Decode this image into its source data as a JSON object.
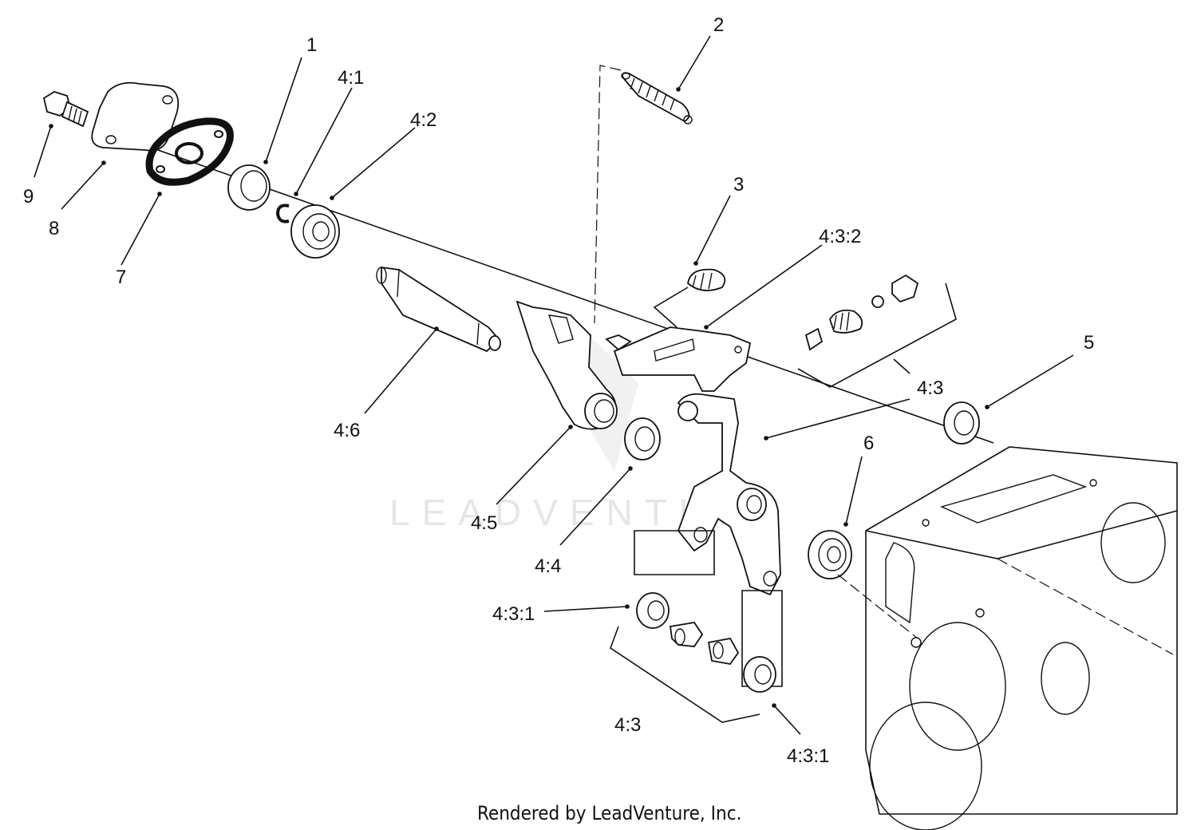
{
  "diagram": {
    "watermark": "LEADVENTURE",
    "footer": "Rendered by LeadVenture, Inc.",
    "callouts": [
      {
        "id": "1",
        "text": "1"
      },
      {
        "id": "2",
        "text": "2"
      },
      {
        "id": "3",
        "text": "3"
      },
      {
        "id": "5",
        "text": "5"
      },
      {
        "id": "6",
        "text": "6"
      },
      {
        "id": "7",
        "text": "7"
      },
      {
        "id": "8",
        "text": "8"
      },
      {
        "id": "9",
        "text": "9"
      },
      {
        "id": "4_1",
        "text": "4:1"
      },
      {
        "id": "4_2",
        "text": "4:2"
      },
      {
        "id": "4_3_2",
        "text": "4:3:2"
      },
      {
        "id": "4_3_a",
        "text": "4:3"
      },
      {
        "id": "4_6",
        "text": "4:6"
      },
      {
        "id": "4_5",
        "text": "4:5"
      },
      {
        "id": "4_4",
        "text": "4:4"
      },
      {
        "id": "4_3_1_a",
        "text": "4:3:1"
      },
      {
        "id": "4_3_b",
        "text": "4:3"
      },
      {
        "id": "4_3_1_b",
        "text": "4:3:1"
      }
    ]
  }
}
